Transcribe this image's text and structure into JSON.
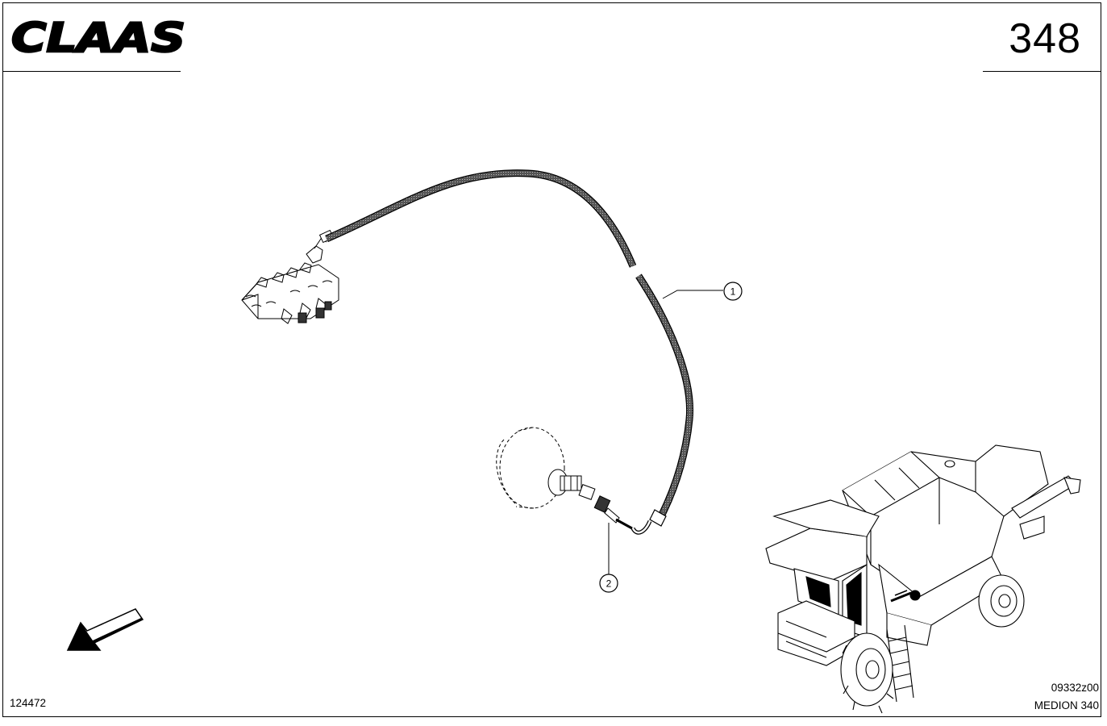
{
  "header": {
    "brand": "CLAAS",
    "page_number": "348"
  },
  "callouts": [
    {
      "label": "1"
    },
    {
      "label": "2"
    }
  ],
  "footer": {
    "drawing_number": "124472",
    "figure_code": "09332z00",
    "model": "MEDION 340"
  },
  "icons": {
    "logo": "claas-logo",
    "direction": "arrow-down-left-icon",
    "machine": "combine-harvester-locator"
  }
}
